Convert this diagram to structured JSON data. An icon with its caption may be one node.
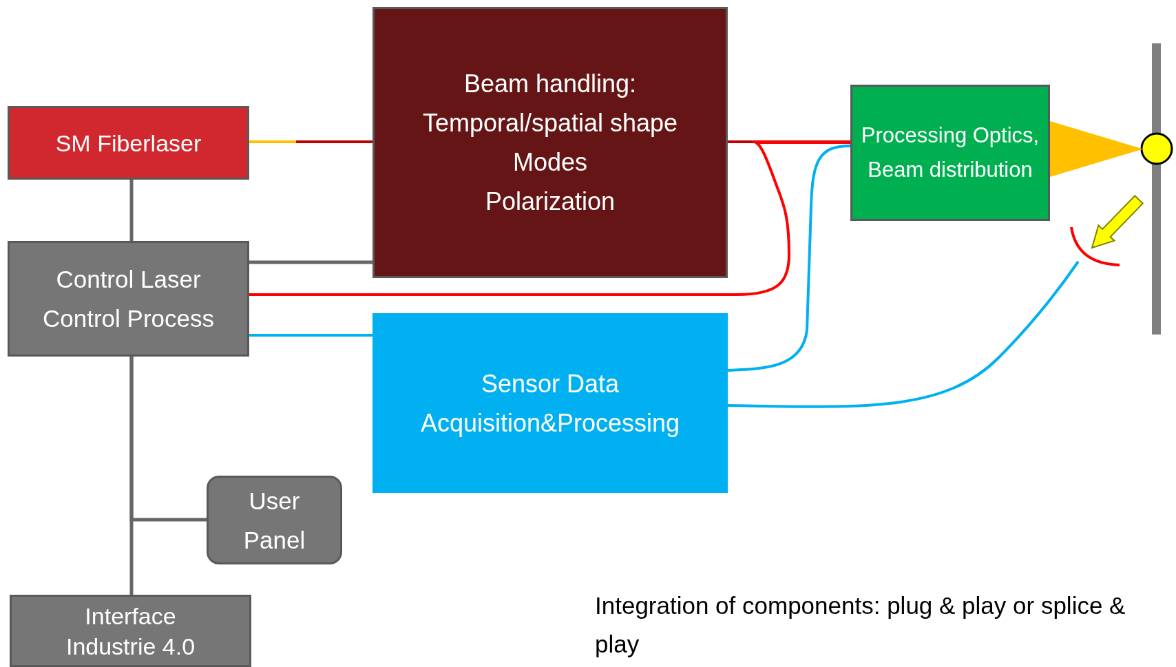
{
  "diagram": {
    "nodes": [
      {
        "text": [
          "SM Fiberlaser"
        ]
      },
      {
        "text": [
          "Beam handling:",
          "Temporal/spatial shape",
          "Modes",
          "Polarization"
        ]
      },
      {
        "text": [
          "Processing Optics, Beam distribution"
        ]
      },
      {
        "text": [
          "Control Laser",
          "Control Process"
        ]
      },
      {
        "text": [
          "Sensor Data",
          "Acquisition&Processing"
        ]
      },
      {
        "text": [
          "User Panel"
        ]
      },
      {
        "text": [
          "Interface Industrie 4.0"
        ]
      },
      {
        "text": [],
        "shape": "bar"
      },
      {
        "text": [],
        "shape": "circle"
      },
      {
        "text": [],
        "shape": "arc"
      },
      {
        "text": [],
        "shape": "cone"
      }
    ],
    "edges": [
      {
        "from": 0,
        "to": 1,
        "arrow": "none",
        "color": "#c00000"
      },
      {
        "from": 1,
        "to": 2,
        "arrow": "none",
        "color": "#c00000"
      },
      {
        "from": 0,
        "to": 3,
        "arrow": "none"
      },
      {
        "from": 3,
        "to": 1,
        "arrow": "none"
      },
      {
        "from": 3,
        "to": 2,
        "arrow": "none",
        "color": "#ff0000"
      },
      {
        "from": 3,
        "to": 4,
        "arrow": "none",
        "color": "#00b0f0"
      },
      {
        "from": 4,
        "to": 2,
        "arrow": "none",
        "color": "#00b0f0"
      },
      {
        "from": 4,
        "to": 9,
        "arrow": "none",
        "color": "#00b0f0"
      },
      {
        "from": 3,
        "to": 5,
        "arrow": "none"
      },
      {
        "from": 3,
        "to": 6,
        "arrow": "none"
      },
      {
        "from": 8,
        "to": 9,
        "arrow": "to",
        "color": "#ffff00"
      }
    ],
    "labels": [
      "Integration of components: plug & play or splice & play"
    ]
  }
}
